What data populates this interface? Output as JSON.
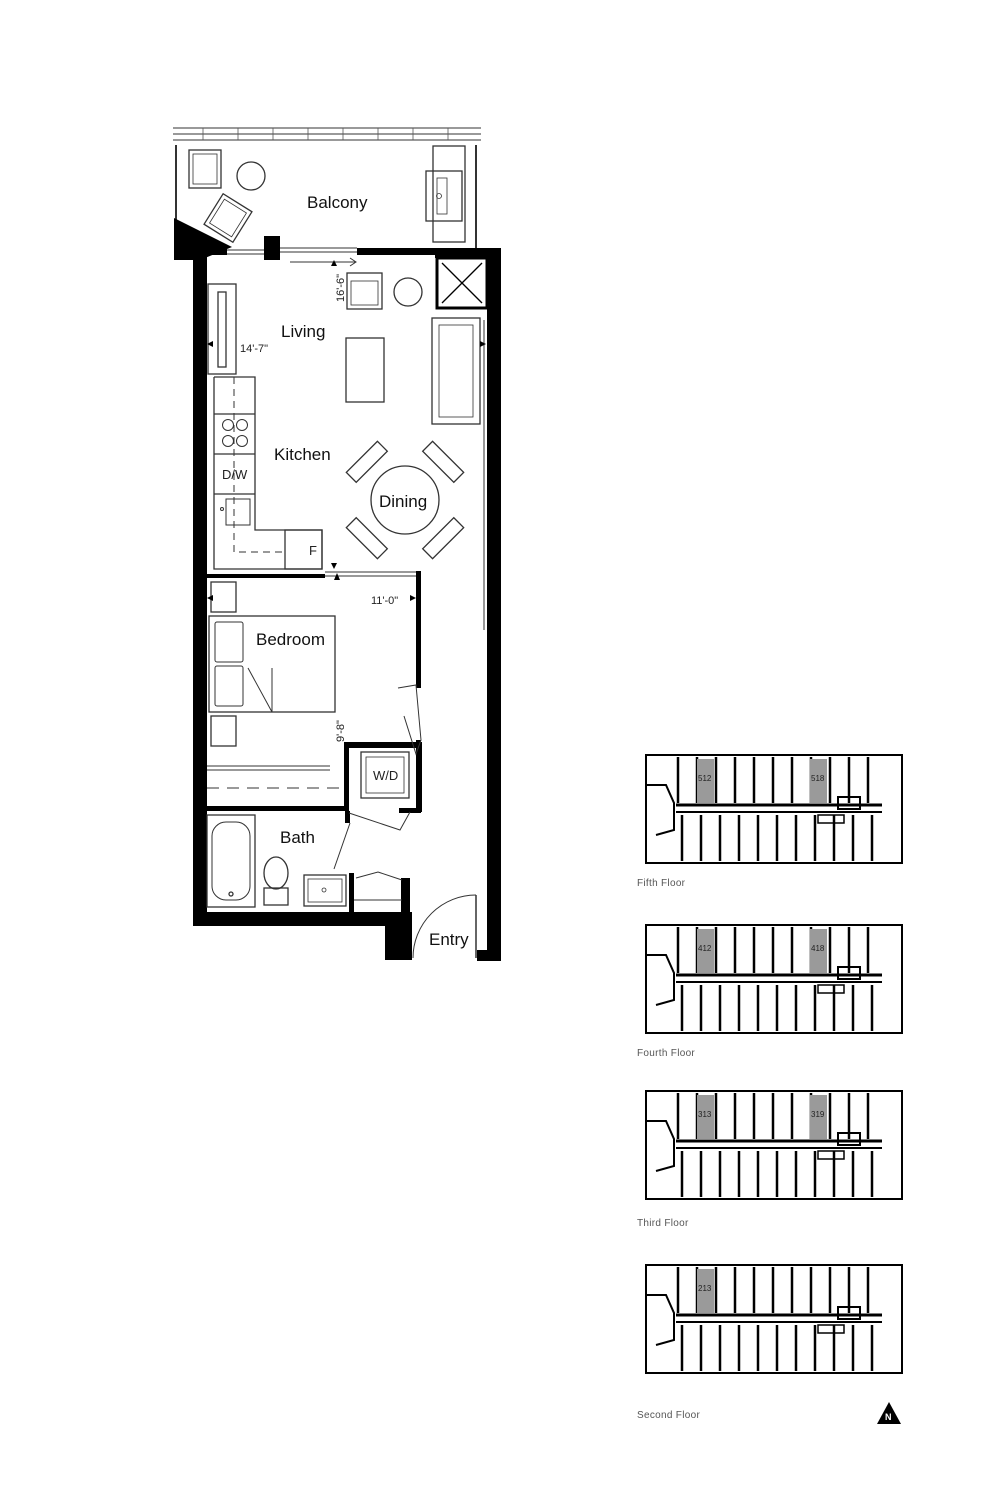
{
  "rooms": {
    "balcony": "Balcony",
    "living": "Living",
    "kitchen": "Kitchen",
    "dining": "Dining",
    "bedroom": "Bedroom",
    "bath": "Bath",
    "entry": "Entry"
  },
  "fixtures": {
    "dishwasher": "D/W",
    "fridge": "F",
    "washer_dryer": "W/D"
  },
  "dimensions": {
    "living_length": "16'-6\"",
    "living_width": "14'-7\"",
    "bedroom_width": "11'-0\"",
    "bedroom_length": "9'-8\""
  },
  "keyplans": [
    {
      "caption": "Fifth Floor",
      "units": [
        "512",
        "518"
      ]
    },
    {
      "caption": "Fourth Floor",
      "units": [
        "412",
        "418"
      ]
    },
    {
      "caption": "Third Floor",
      "units": [
        "313",
        "319"
      ]
    },
    {
      "caption": "Second Floor",
      "units": [
        "213"
      ]
    }
  ],
  "north_arrow": "N",
  "colors": {
    "wall": "#000000",
    "line": "#333333",
    "highlight": "#9a9a9a"
  }
}
